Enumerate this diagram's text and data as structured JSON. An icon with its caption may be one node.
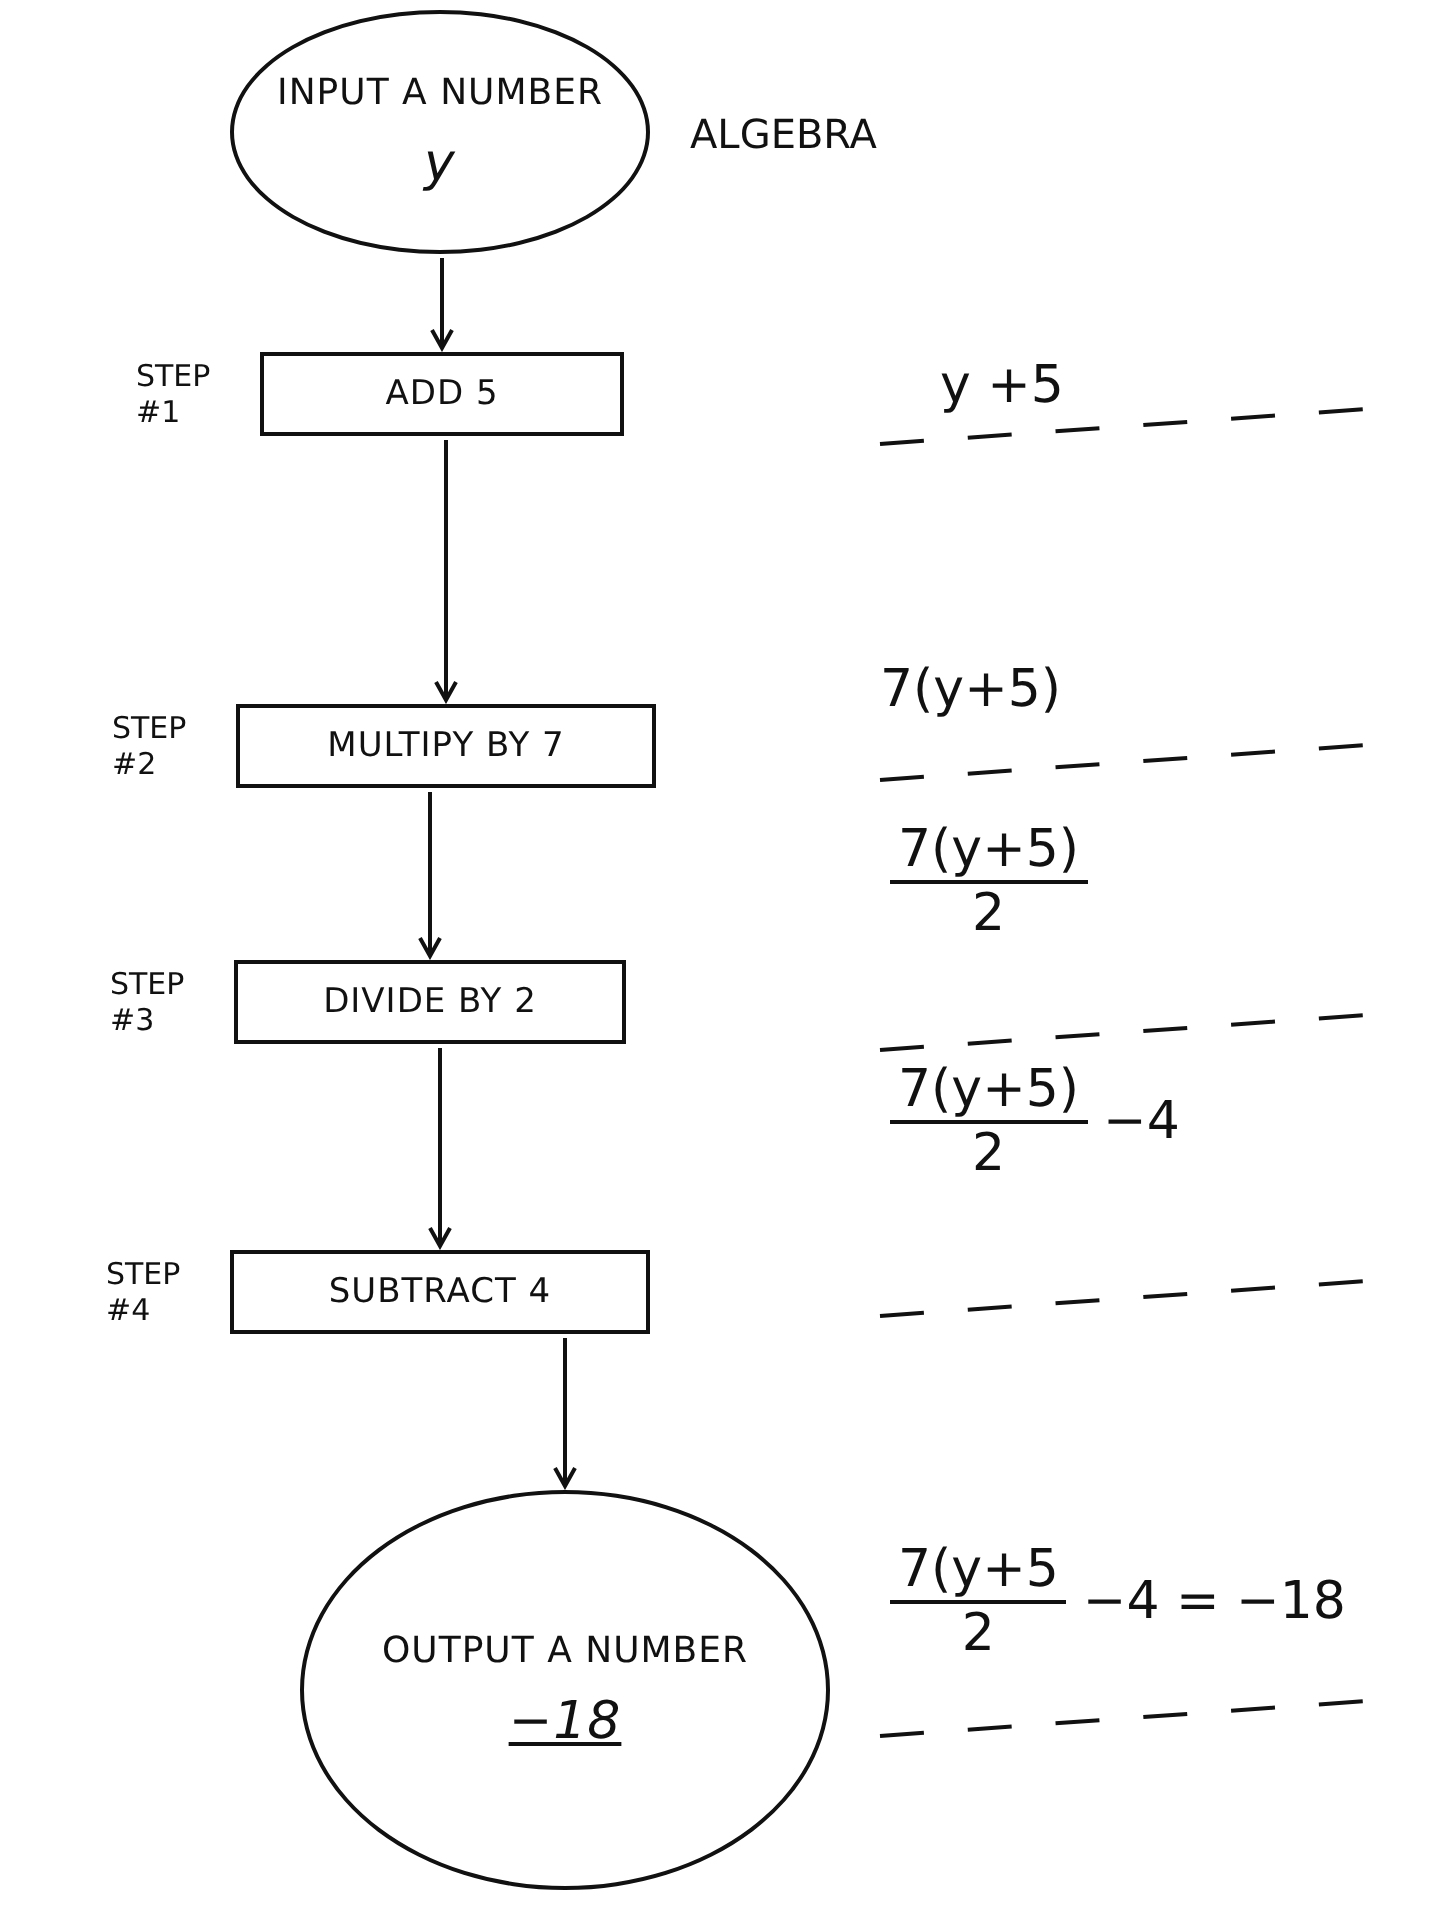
{
  "diagram": {
    "nodes": [
      {
        "text": [
          "INPUT A NUMBER",
          "y"
        ]
      },
      {
        "text": [
          "ADD 5"
        ],
        "beside": [
          "STEP #1"
        ]
      },
      {
        "text": [
          "MULTIPY BY 7"
        ],
        "beside": [
          "STEP #2"
        ]
      },
      {
        "text": [
          "DIVIDE BY 2"
        ],
        "beside": [
          "STEP #3"
        ]
      },
      {
        "text": [
          "SUBTRACT 4"
        ],
        "beside": [
          "STEP #4"
        ]
      },
      {
        "text": [
          "OUTPUT A NUMBER",
          "−18"
        ]
      }
    ],
    "edges": [
      {
        "from": 0,
        "to": 1,
        "arrow": "to"
      },
      {
        "from": 1,
        "to": 2,
        "arrow": "to"
      },
      {
        "from": 2,
        "to": 3,
        "arrow": "to"
      },
      {
        "from": 3,
        "to": 4,
        "arrow": "to"
      },
      {
        "from": 4,
        "to": 5,
        "arrow": "to"
      }
    ],
    "labels": [
      "ALGEBRA",
      "y +5",
      "7(y+5)",
      "7(y+5)",
      "2",
      "7(y+5)",
      "2",
      "−4",
      "7(y+5",
      "2",
      "−4 = −18"
    ]
  }
}
